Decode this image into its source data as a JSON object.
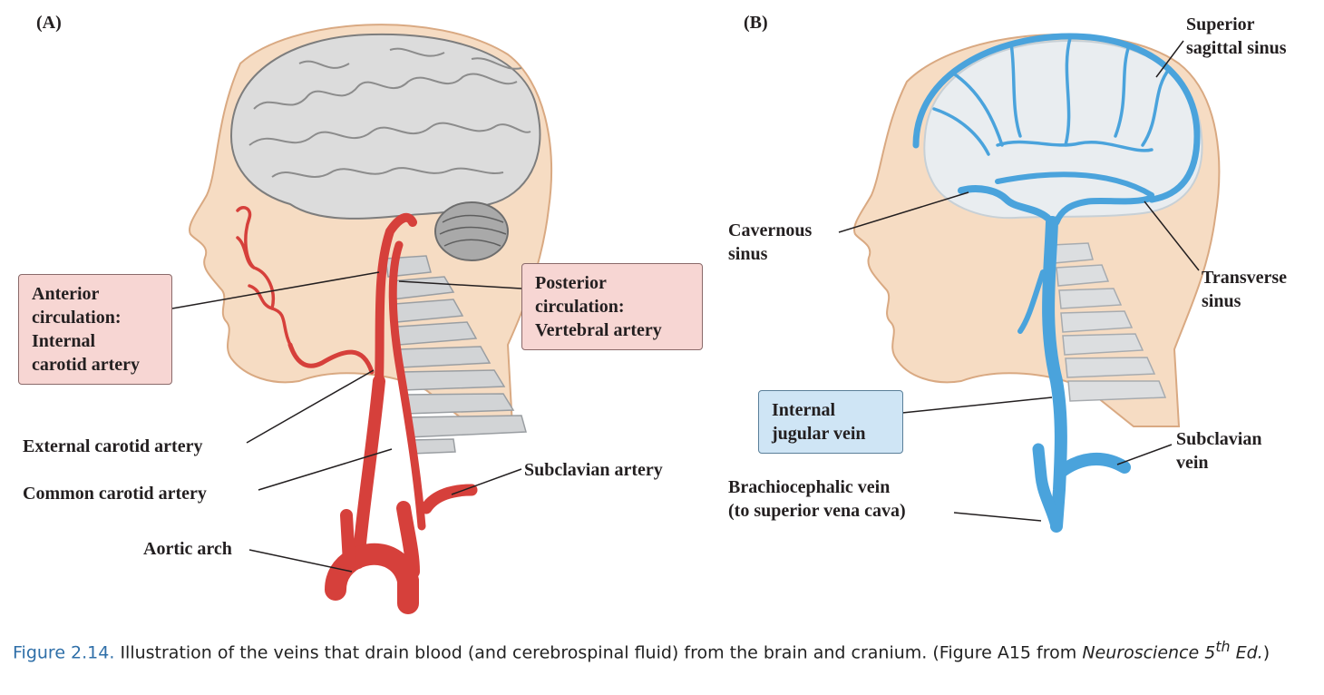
{
  "panels": {
    "a": {
      "letter": "(A)",
      "labels": {
        "anterior": "Anterior\ncirculation:\nInternal\ncarotid artery",
        "posterior": "Posterior\ncirculation:\nVertebral artery",
        "external_carotid": "External carotid artery",
        "common_carotid": "Common carotid artery",
        "subclavian_artery": "Subclavian artery",
        "aortic_arch": "Aortic arch"
      }
    },
    "b": {
      "letter": "(B)",
      "labels": {
        "superior_sagittal": "Superior\nsagittal sinus",
        "cavernous": "Cavernous\nsinus",
        "transverse": "Transverse\nsinus",
        "internal_jugular": "Internal\njugular vein",
        "subclavian_vein": "Subclavian\nvein",
        "brachiocephalic": "Brachiocephalic vein\n(to superior vena cava)"
      }
    }
  },
  "caption": {
    "figure_number": "Figure 2.14.",
    "text": " Illustration of the veins that drain blood (and cerebrospinal fluid) from the brain and cranium. (Figure A15 from ",
    "book_title": "Neuroscience 5",
    "superscript": "th",
    "edition": " Ed.",
    "close": ")"
  },
  "colors": {
    "artery": "#d6403b",
    "vein": "#4aa3dc",
    "skin": "#f6dcc3",
    "skin_outline": "#d9a982",
    "brain": "#d8d8d8",
    "red_box": "#f7d6d3",
    "blue_box": "#cfe5f5",
    "caption_accent": "#2f6fa8"
  }
}
